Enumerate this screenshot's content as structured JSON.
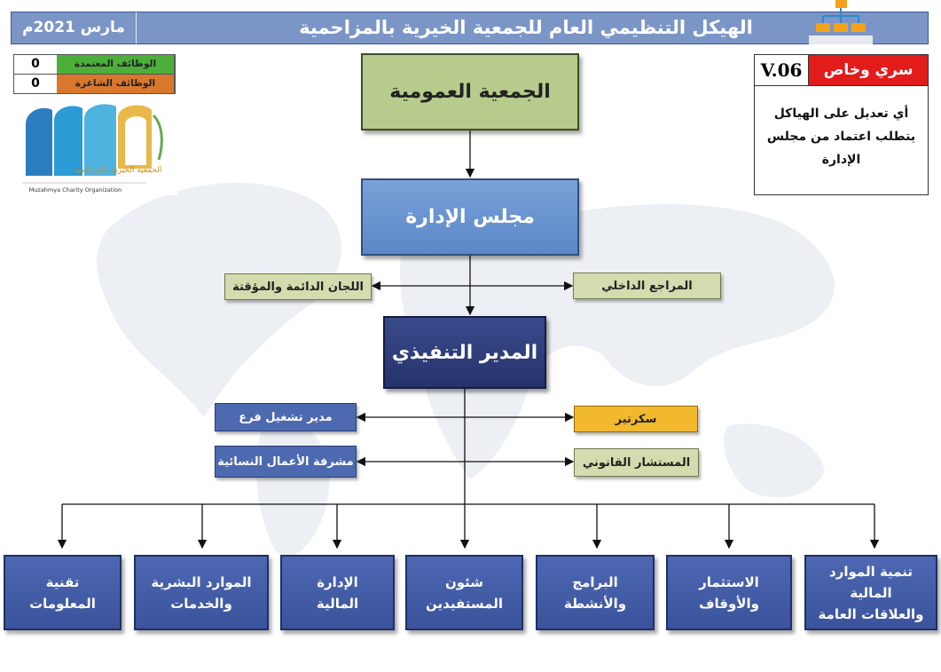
{
  "header": {
    "title": "الهيكل التنظيمي العام للجمعية الخيرية بالمزاحمية",
    "date": "مارس 2021م",
    "icon": "org-chart-icon"
  },
  "legend": [
    {
      "label": "الوظائف المعتمدة",
      "value": "0",
      "color": "#4caf3a"
    },
    {
      "label": "الوظائف الشاغرة",
      "value": "0",
      "color": "#d9782d"
    }
  ],
  "logo": {
    "name_ar": "الجمعية الخيرية بالمزاحمية",
    "name_en": "Muzahmya Charity Organization"
  },
  "version": {
    "number": "V.06",
    "classification": "سري وخاص",
    "note": "أي تعديل على الهياكل يتطلب اعتماد من مجلس الإدارة"
  },
  "nodes": {
    "general_assembly": "الجمعية العمومية",
    "board": "مجلس الإدارة",
    "committees": "اللجان الدائمة والمؤقتة",
    "internal_auditor": "المراجع الداخلي",
    "ceo": "المدير التنفيذي",
    "branch_manager": "مدير تشغيل فرع",
    "women_supervisor": "مشرفة الأعمال النسائية",
    "secretary": "سكرتير",
    "legal_advisor": "المستشار القانوني"
  },
  "departments": [
    "تقنية\nالمعلومات",
    "الموارد البشرية\nوالخدمات",
    "الإدارة\nالمالية",
    "شئون\nالمستفيدين",
    "البرامج\nوالأنشطة",
    "الاستثمار\nوالأوقاف",
    "تنمية الموارد المالية\nوالعلاقات العامة"
  ],
  "colors": {
    "header": "#7b96c6",
    "green_box": "#b7cb8c",
    "blue_box": "#5a88c8",
    "navy_box": "#26336b",
    "dept_box": "#3f59a3",
    "secretary": "#f2b82e",
    "classification": "#e21b1b"
  }
}
